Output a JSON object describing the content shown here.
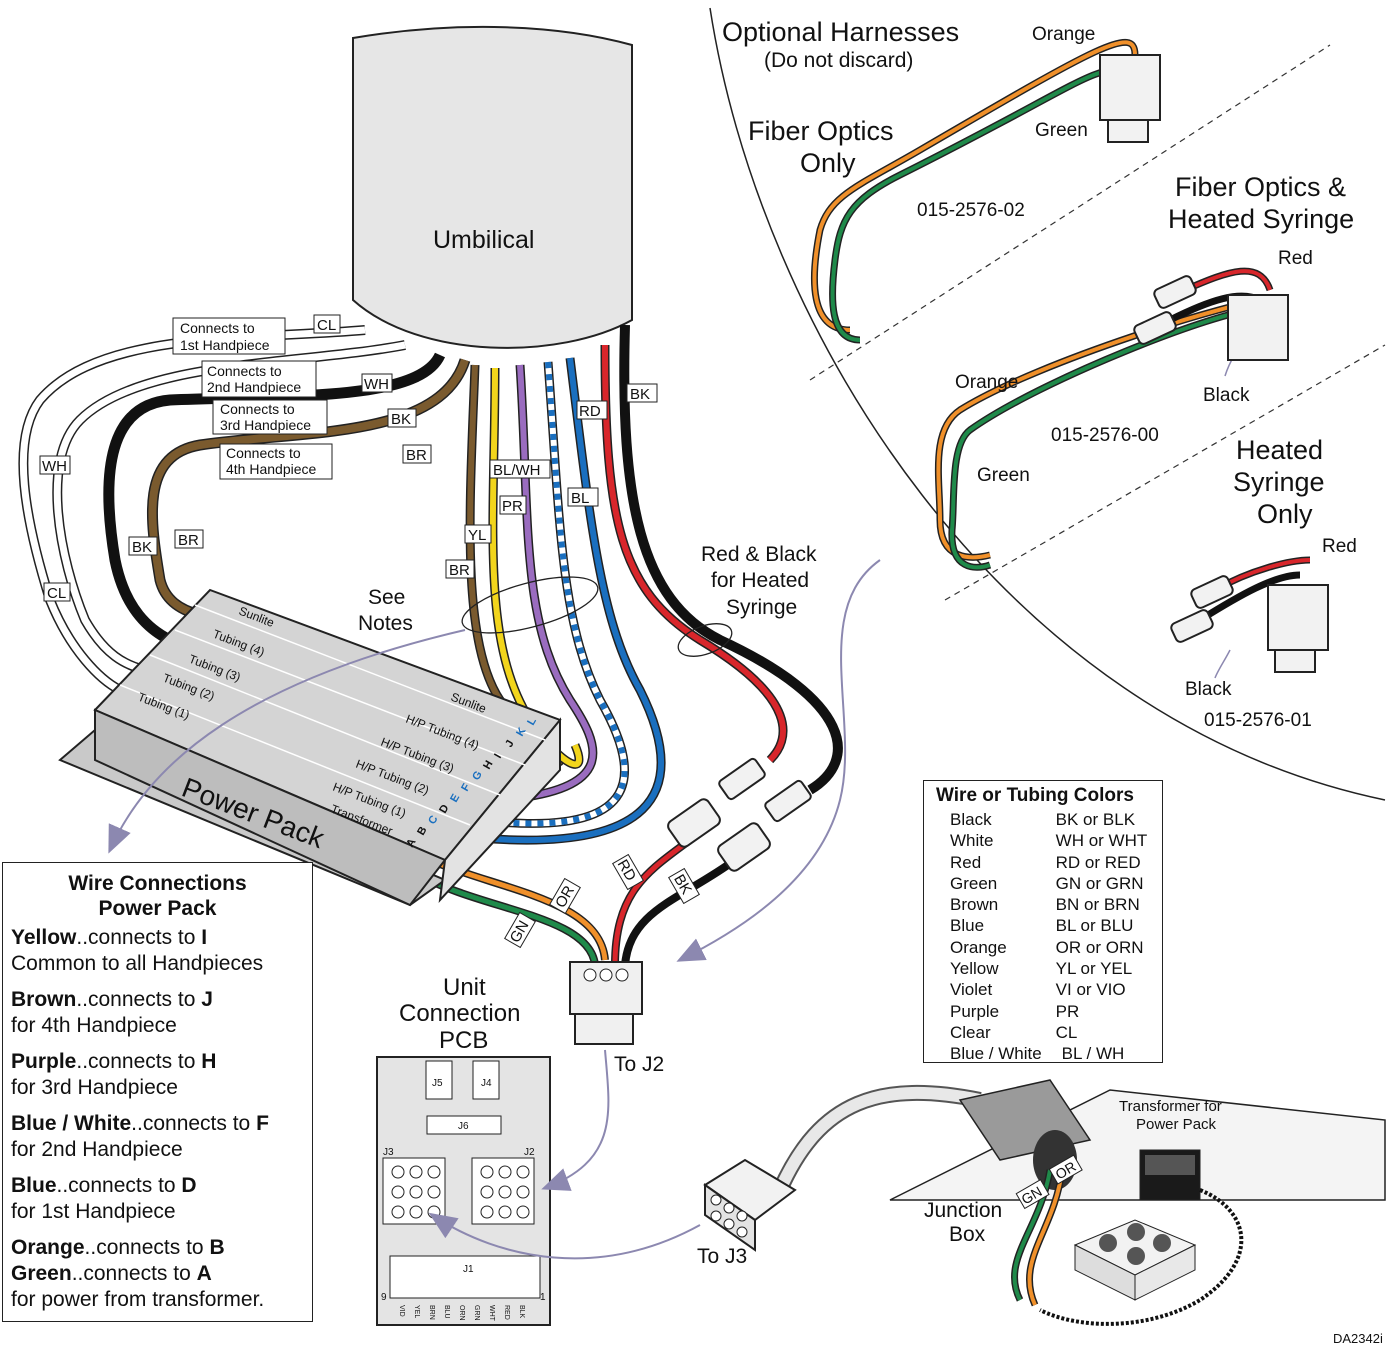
{
  "title": {
    "optional_harnesses": "Optional Harnesses",
    "do_not_discard": "(Do not discard)",
    "umbilical": "Umbilical",
    "power_pack": "Power Pack",
    "see_notes_1": "See",
    "see_notes_2": "Notes",
    "red_black_1": "Red & Black",
    "red_black_2": "for Heated",
    "red_black_3": "Syringe",
    "unit_pcb_1": "Unit",
    "unit_pcb_2": "Connection",
    "unit_pcb_3": "PCB",
    "to_j2": "To J2",
    "to_j3": "To J3",
    "junction_1": "Junction",
    "junction_2": "Box",
    "transformer_1": "Transformer for",
    "transformer_2": "Power Pack",
    "drawing_id": "DA2342i"
  },
  "harnesses": {
    "fo_only_1": "Fiber Optics",
    "fo_only_2": "Only",
    "fo_only_part": "015-2576-02",
    "fo_only_orange": "Orange",
    "fo_only_green": "Green",
    "fo_hs_1": "Fiber Optics &",
    "fo_hs_2": "Heated Syringe",
    "fo_hs_red": "Red",
    "fo_hs_black": "Black",
    "fo_hs_orange": "Orange",
    "fo_hs_green": "Green",
    "fo_hs_part": "015-2576-00",
    "hs_only_1": "Heated",
    "hs_only_2": "Syringe",
    "hs_only_3": "Only",
    "hs_red": "Red",
    "hs_black": "Black",
    "hs_part": "015-2576-01"
  },
  "handpiece_labels": {
    "hp1_1": "Connects to",
    "hp1_2": "1st Handpiece",
    "hp2_1": "Connects to",
    "hp2_2": "2nd Handpiece",
    "hp3_1": "Connects to",
    "hp3_2": "3rd Handpiece",
    "hp4_1": "Connects to",
    "hp4_2": "4th Handpiece"
  },
  "wire_tags": {
    "cl": "CL",
    "wh": "WH",
    "bk": "BK",
    "br": "BR",
    "rd": "RD",
    "bl": "BL",
    "blwh": "BL/WH",
    "pr": "PR",
    "yl": "YL",
    "or": "OR",
    "gn": "GN"
  },
  "power_pack": {
    "left": [
      "Sunlite",
      "Tubing (4)",
      "Tubing (3)",
      "Tubing (2)",
      "Tubing (1)"
    ],
    "right": [
      "Sunlite",
      "H/P Tubing (4)",
      "H/P Tubing (3)",
      "H/P Tubing (2)",
      "H/P Tubing (1)",
      "Transformer"
    ],
    "terminals": [
      "A",
      "B",
      "C",
      "D",
      "E",
      "F",
      "G",
      "H",
      "I",
      "J",
      "K",
      "L"
    ]
  },
  "pcb": {
    "j1": "J1",
    "j2": "J2",
    "j3": "J3",
    "j4": "J4",
    "j5": "J5",
    "j6": "J6",
    "pins_j1": [
      "VID",
      "YEL",
      "BRN",
      "BLU",
      "ORN",
      "GRN",
      "WHT",
      "RED",
      "BLK"
    ],
    "pin_9": "9",
    "pin_1": "1"
  },
  "wire_connections": {
    "heading_1": "Wire Connections",
    "heading_2": "Power Pack",
    "rows": [
      {
        "color": "Yellow",
        "mid": "..connects to ",
        "term": "I",
        "line2": "Common to all Handpieces"
      },
      {
        "color": "Brown",
        "mid": "..connects to ",
        "term": "J",
        "line2": "for 4th Handpiece"
      },
      {
        "color": "Purple",
        "mid": "..connects to ",
        "term": "H",
        "line2": "for 3rd Handpiece"
      },
      {
        "color": "Blue / White",
        "mid": "..connects to ",
        "term": "F",
        "line2": "for 2nd Handpiece"
      },
      {
        "color": "Blue",
        "mid": "..connects to ",
        "term": "D",
        "line2": "for 1st Handpiece"
      }
    ],
    "orange": {
      "color": "Orange",
      "mid": "..connects to ",
      "term": "B"
    },
    "green": {
      "color": "Green",
      "mid": "..connects to ",
      "term": "A"
    },
    "footer": "for power from transformer."
  },
  "tubing_colors": {
    "heading": "Wire or Tubing Colors",
    "rows": [
      {
        "name": "Black",
        "code": "BK or BLK"
      },
      {
        "name": "White",
        "code": "WH or WHT"
      },
      {
        "name": "Red",
        "code": "RD or RED"
      },
      {
        "name": "Green",
        "code": "GN or GRN"
      },
      {
        "name": "Brown",
        "code": "BN or BRN"
      },
      {
        "name": "Blue",
        "code": "BL or BLU"
      },
      {
        "name": "Orange",
        "code": "OR or ORN"
      },
      {
        "name": "Yellow",
        "code": "YL or YEL"
      },
      {
        "name": "Violet",
        "code": "VI or VIO"
      },
      {
        "name": "Purple",
        "code": "PR"
      },
      {
        "name": "Clear",
        "code": "CL"
      },
      {
        "name": "Blue / White",
        "code": "BL / WH"
      }
    ]
  },
  "colors": {
    "orange": "#f0902a",
    "green": "#1f8a4a",
    "red": "#d8262b",
    "blue": "#1a6fbf",
    "purple": "#9a6cbf",
    "yellow": "#f2d51c",
    "brown": "#7a5a2e",
    "black": "#111111",
    "arrow": "#8c88b0"
  }
}
